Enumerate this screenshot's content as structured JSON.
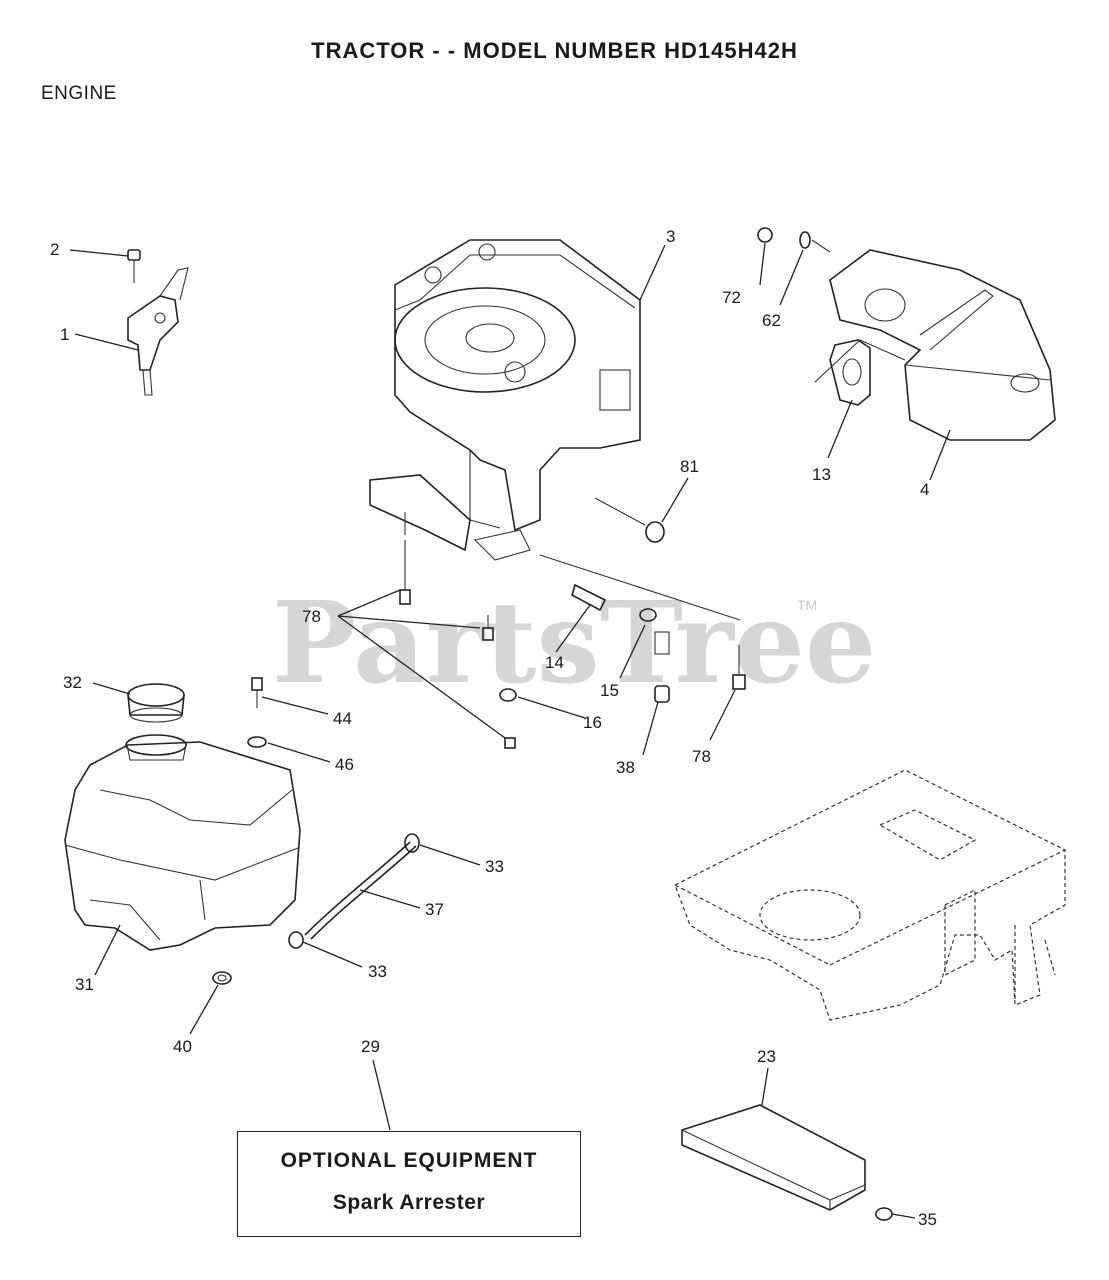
{
  "header": {
    "title": "TRACTOR - - MODEL NUMBER HD145H42H",
    "section": "ENGINE"
  },
  "watermark": {
    "text": "PartsTree",
    "tm": "TM"
  },
  "callouts": {
    "c1": "1",
    "c2": "2",
    "c3": "3",
    "c4": "4",
    "c13": "13",
    "c14": "14",
    "c15": "15",
    "c16": "16",
    "c23": "23",
    "c29": "29",
    "c31": "31",
    "c32": "32",
    "c33a": "33",
    "c33b": "33",
    "c35": "35",
    "c37": "37",
    "c38": "38",
    "c40": "40",
    "c44": "44",
    "c46": "46",
    "c62": "62",
    "c72": "72",
    "c78a": "78",
    "c78b": "78",
    "c81": "81"
  },
  "optional_equipment": {
    "title": "OPTIONAL EQUIPMENT",
    "item": "Spark Arrester"
  }
}
